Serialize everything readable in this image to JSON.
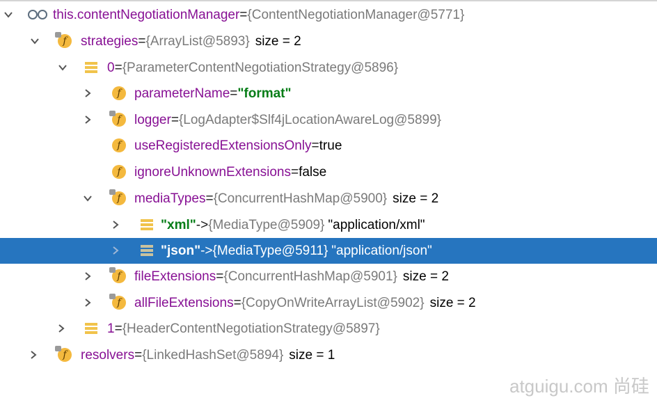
{
  "tree": {
    "root": {
      "name": "this.contentNegotiationManager",
      "eq": " = ",
      "type": "{ContentNegotiationManager@5771}"
    },
    "strategies": {
      "name": "strategies",
      "eq": " = ",
      "type": "{ArrayList@5893}",
      "extra": "size = 2"
    },
    "s0": {
      "name": "0",
      "eq": " = ",
      "type": "{ParameterContentNegotiationStrategy@5896}"
    },
    "paramName": {
      "name": "parameterName",
      "eq": " = ",
      "value": "\"format\""
    },
    "logger": {
      "name": "logger",
      "eq": " = ",
      "type": "{LogAdapter$Slf4jLocationAwareLog@5899}"
    },
    "useReg": {
      "name": "useRegisteredExtensionsOnly",
      "eq": " = ",
      "value": "true"
    },
    "ignoreUnk": {
      "name": "ignoreUnknownExtensions",
      "eq": " = ",
      "value": "false"
    },
    "mediaTypes": {
      "name": "mediaTypes",
      "eq": " = ",
      "type": "{ConcurrentHashMap@5900}",
      "extra": "size = 2"
    },
    "xml": {
      "key": "\"xml\"",
      "arrow": " -> ",
      "type": "{MediaType@5909}",
      "value": "\"application/xml\""
    },
    "json": {
      "key": "\"json\"",
      "arrow": " -> ",
      "type": "{MediaType@5911}",
      "value": "\"application/json\""
    },
    "fileExt": {
      "name": "fileExtensions",
      "eq": " = ",
      "type": "{ConcurrentHashMap@5901}",
      "extra": "size = 2"
    },
    "allFileExt": {
      "name": "allFileExtensions",
      "eq": " = ",
      "type": "{CopyOnWriteArrayList@5902}",
      "extra": "size = 2"
    },
    "s1": {
      "name": "1",
      "eq": " = ",
      "type": "{HeaderContentNegotiationStrategy@5897}"
    },
    "resolvers": {
      "name": "resolvers",
      "eq": " = ",
      "type": "{LinkedHashSet@5894}",
      "extra": "size = 1"
    }
  },
  "icons": {
    "field": "f",
    "expanded": "chevron-down-icon",
    "collapsed": "chevron-right-icon"
  },
  "colors": {
    "selection": "#2675bf",
    "fieldName": "#871094",
    "stringValue": "#067d17",
    "typeText": "#7a7a7a",
    "fieldBadge": "#f4b93e"
  },
  "watermark": "atguigu.com 尚硅"
}
